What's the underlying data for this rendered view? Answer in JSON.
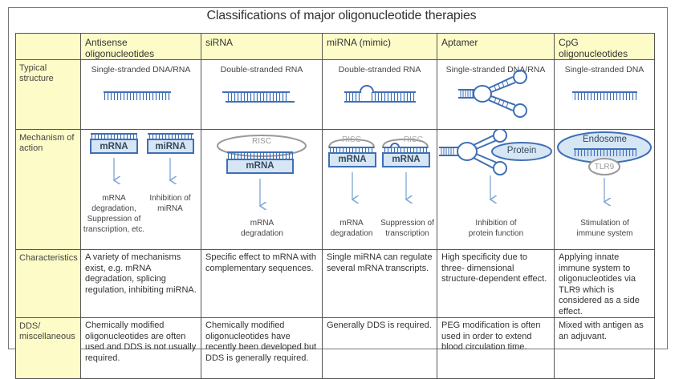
{
  "title": "Classifications of major oligonucleotide therapies",
  "columns": [
    "",
    "Antisense oligonucleotides",
    "siRNA",
    "miRNA (mimic)",
    "Aptamer",
    "CpG oligonucleotides"
  ],
  "row_labels": {
    "structure": "Typical structure",
    "mechanism": "Mechanism of action",
    "characteristics": "Characteristics",
    "dds": "DDS/ miscellaneous"
  },
  "structure": {
    "aso": "Single-stranded DNA/RNA",
    "sirna": "Double-stranded RNA",
    "mirna": "Double-stranded RNA",
    "aptamer": "Single-stranded DNA/RNA",
    "cpg": "Single-stranded DNA"
  },
  "mechanism": {
    "aso": {
      "box1": "mRNA",
      "box2": "miRNA",
      "result1": [
        "mRNA",
        "degradation,",
        "Suppression of",
        "transcription, etc."
      ],
      "result2": [
        "Inhibition of",
        "miRNA"
      ]
    },
    "sirna": {
      "complex": "RISC",
      "box": "mRNA",
      "result": [
        "mRNA",
        "degradation"
      ]
    },
    "mirna": {
      "complex1": "RISC",
      "complex2": "RISC",
      "box1": "mRNA",
      "box2": "mRNA",
      "result1": [
        "mRNA",
        "degradation"
      ],
      "result2": [
        "Suppression of",
        "transcription"
      ]
    },
    "aptamer": {
      "target": "Protein",
      "result": [
        "Inhibition of",
        "protein function"
      ]
    },
    "cpg": {
      "compartment": "Endosome",
      "receptor": "TLR9",
      "result": [
        "Stimulation of",
        "immune system"
      ]
    }
  },
  "characteristics": {
    "aso": "A variety of mechanisms exist, e.g. mRNA degradation, splicing regulation, inhibiting miRNA.",
    "sirna": "Specific effect to mRNA with complementary sequences.",
    "mirna": "Single miRNA can regulate several mRNA transcripts.",
    "aptamer": "High specificity due to three- dimensional structure-dependent effect.",
    "cpg": "Applying innate immune system to oligonucleotides via TLR9 which is considered as a side effect."
  },
  "dds": {
    "aso": "Chemically modified oligonucleotides are often used and DDS is not usually required.",
    "sirna": "Chemically modified oligonucleotides have recently been developed but DDS is generally required.",
    "mirna": "Generally DDS is required.",
    "aptamer": "PEG modification is often used in order to extend blood circulation time.",
    "cpg": "Mixed with antigen as an adjuvant."
  },
  "colors": {
    "header_fill": "#fdfcc8",
    "strand_blue": "#3e6fb5",
    "box_fill": "#d6e6f4",
    "arrow_blue": "#7ea6d6",
    "complex_gray": "#999999"
  }
}
